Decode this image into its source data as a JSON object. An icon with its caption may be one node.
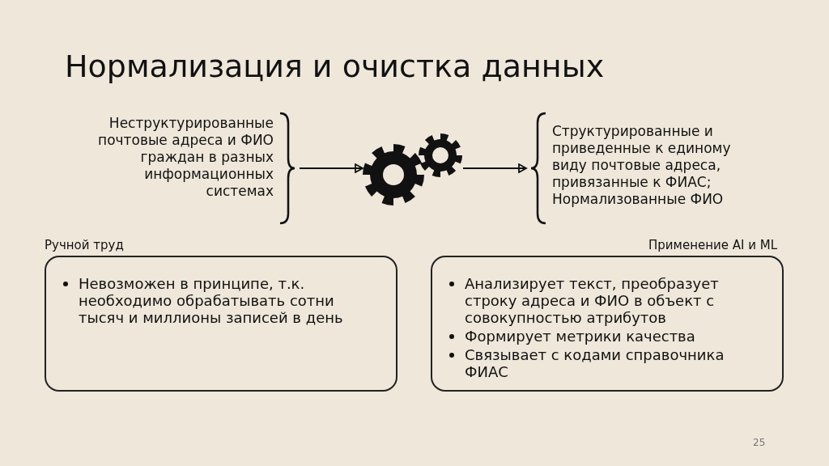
{
  "diagram": {
    "title": "Нормализация и очистка данных",
    "nodes": [
      {
        "text": [
          "Неструктурированные почтовые адреса и ФИО граждан в разных информационных системах"
        ]
      },
      {
        "text": [],
        "shape": "gear"
      },
      {
        "text": [
          "Структурированные и приведенные к единому виду почтовые адреса, привязанные к ФИАС; Нормализованные ФИО"
        ]
      },
      {
        "text": [
          "Ручной труд",
          "Невозможен в принципе, т.к. необходимо обрабатывать сотни тысяч и миллионы записей в день"
        ]
      },
      {
        "text": [
          "Применение AI и ML",
          "Анализирует текст, преобразует строку адреса и ФИО в объект с совокупностью атрибутов",
          "Формирует метрики качества",
          "Связывает с кодами справочника ФИАС"
        ]
      }
    ],
    "edges": [
      {
        "from": 0,
        "to": 1,
        "arrow": "to"
      },
      {
        "from": 1,
        "to": 2,
        "arrow": "to"
      }
    ],
    "labels": [
      "25"
    ]
  }
}
